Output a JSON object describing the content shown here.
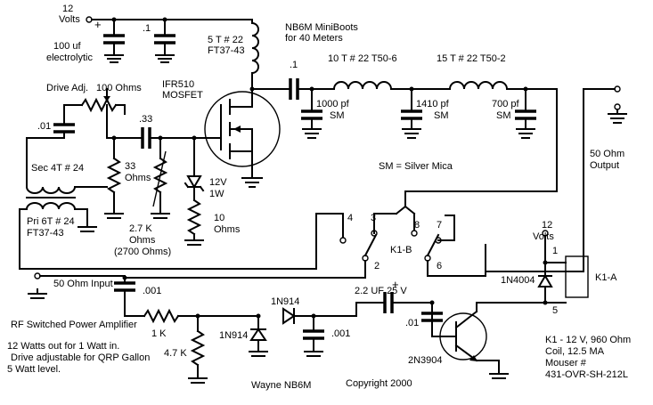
{
  "title": "NB6M MiniBoots",
  "subtitle": "for 40 Meters",
  "labels": {
    "supply_12v": "12",
    "supply_12v_unit": "Volts",
    "plus_sign": "+",
    "c_100uf_a": "100 uf",
    "c_100uf_b": "electrolytic",
    "c_01_top": ".1",
    "l_5t_a": "5 T # 22",
    "l_5t_b": "FT37-43",
    "mosfet_a": "IFR510",
    "mosfet_b": "MOSFET",
    "drive_adj": "Drive Adj.",
    "pot_100": "100 Ohms",
    "c_01_in": ".01",
    "c_33": ".33",
    "r_33_a": "33",
    "r_33_b": "Ohms",
    "r_27k_a": "2.7 K",
    "r_27k_b": "Ohms",
    "r_27k_c": "(2700 Ohms)",
    "zener_a": "12V",
    "zener_b": "1W",
    "r_10_a": "10",
    "r_10_b": "Ohms",
    "sec": "Sec 4T # 24",
    "pri_a": "Pri 6T # 24",
    "pri_b": "FT37-43",
    "c_1_out": ".1",
    "l_10t": "10 T # 22 T50-6",
    "l_15t": "15 T # 22 T50-2",
    "c_1000_a": "1000 pf",
    "c_1000_b": "SM",
    "c_1410_a": "1410 pf",
    "c_1410_b": "SM",
    "c_700_a": "700 pf",
    "c_700_b": "SM",
    "sm_note": "SM = Silver Mica",
    "out_a": "50 Ohm",
    "out_b": "Output",
    "pin4": "4",
    "pin3": "3",
    "pin8": "8",
    "pin7": "7",
    "pin2": "2",
    "pin6": "6",
    "k1b": "K1-B",
    "relay_12": "12",
    "relay_volts": "Volts",
    "pin1": "1",
    "pin5": "5",
    "d_1n4004": "1N4004",
    "k1a": "K1-A",
    "in_50": "50 Ohm Input",
    "c_001_in": ".001",
    "c_22uf": "2.2 UF  25 V",
    "plus_sign2": "+",
    "d_1n914_top": "1N914",
    "d_1n914_left": "1N914",
    "r_1k": "1 K",
    "r_47k": "4.7 K",
    "c_01_b": ".01",
    "c_001_b": ".001",
    "q_2n3904": "2N3904",
    "rf_switched": "RF Switched Power Amplifier",
    "note1": "12 Watts out for 1 Watt in.",
    "note2": "Drive adjustable for QRP Gallon",
    "note3": "5 Watt level.",
    "author": "Wayne  NB6M",
    "copyright": "Copyright 2000",
    "k1_a": "K1 - 12 V, 960 Ohm",
    "k1_b": "Coil, 12.5 MA",
    "k1_c": "Mouser #",
    "k1_d": "431-OVR-SH-212L"
  }
}
